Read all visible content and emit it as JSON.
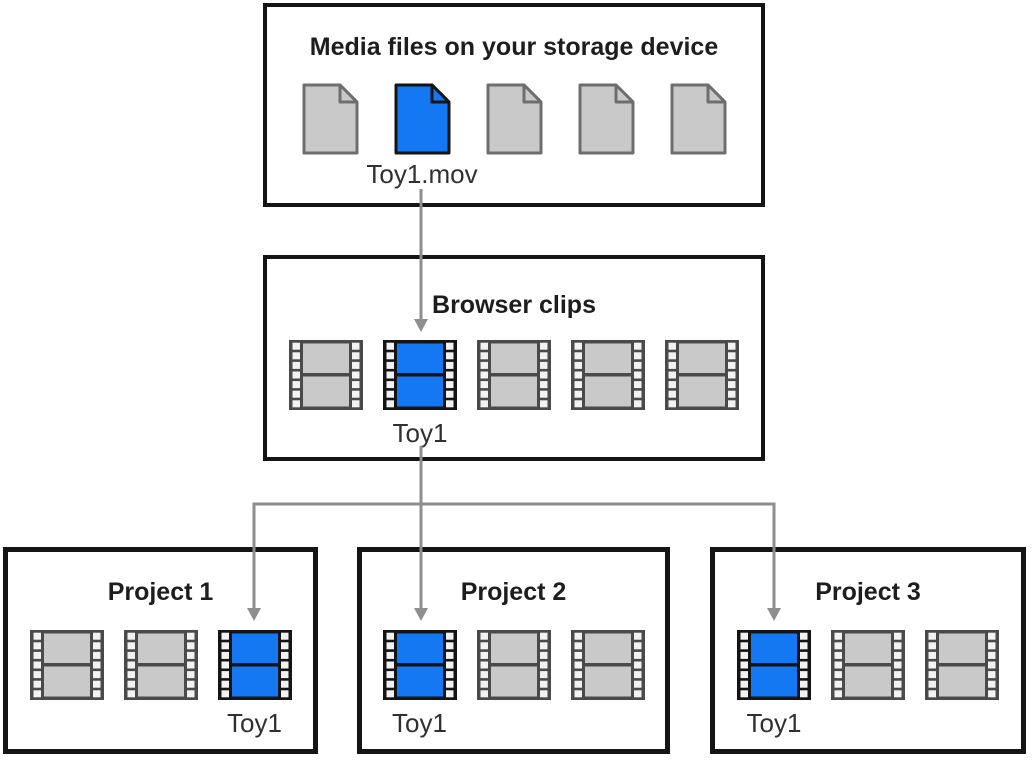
{
  "colors": {
    "highlight_blue": "#1478F2",
    "icon_gray_fill": "#C9C9C9",
    "icon_gray_border": "#6E6E6E",
    "clip_frame_gray": "#4A4A4A",
    "outline_dark": "#141414",
    "sprocket_hole": "#F2F2F2",
    "arrow_gray": "#8E8E8E",
    "title_text": "#1D1D1F",
    "label_text": "#303032"
  },
  "diagram": {
    "storage_box": {
      "title": "Media files on your storage device",
      "files": [
        {
          "state": "gray"
        },
        {
          "state": "blue",
          "label": "Toy1.mov"
        },
        {
          "state": "gray"
        },
        {
          "state": "gray"
        },
        {
          "state": "gray"
        }
      ]
    },
    "browser_box": {
      "title": "Browser clips",
      "clips": [
        {
          "state": "gray"
        },
        {
          "state": "blue",
          "label": "Toy1"
        },
        {
          "state": "gray"
        },
        {
          "state": "gray"
        },
        {
          "state": "gray"
        }
      ]
    },
    "projects": [
      {
        "title": "Project 1",
        "clips": [
          {
            "state": "gray"
          },
          {
            "state": "gray"
          },
          {
            "state": "blue",
            "label": "Toy1"
          }
        ]
      },
      {
        "title": "Project 2",
        "clips": [
          {
            "state": "blue",
            "label": "Toy1"
          },
          {
            "state": "gray"
          },
          {
            "state": "gray"
          }
        ]
      },
      {
        "title": "Project 3",
        "clips": [
          {
            "state": "blue",
            "label": "Toy1"
          },
          {
            "state": "gray"
          },
          {
            "state": "gray"
          }
        ]
      }
    ],
    "connections": [
      {
        "from": "Toy1.mov media file",
        "to": "Toy1 browser clip"
      },
      {
        "from": "Toy1 browser clip",
        "to": "Project 1 Toy1 clip"
      },
      {
        "from": "Toy1 browser clip",
        "to": "Project 2 Toy1 clip"
      },
      {
        "from": "Toy1 browser clip",
        "to": "Project 3 Toy1 clip"
      }
    ]
  }
}
